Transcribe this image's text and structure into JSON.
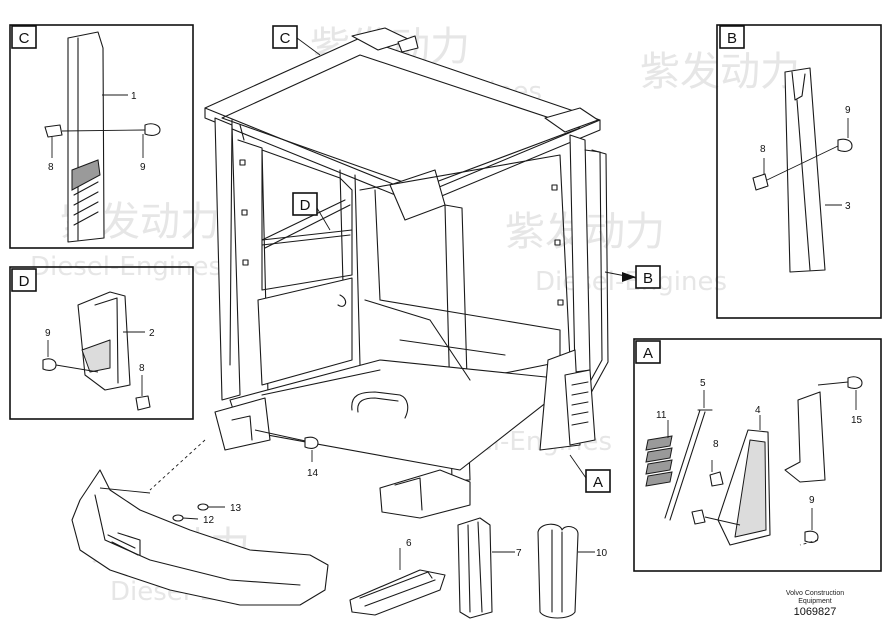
{
  "watermark": {
    "brand_cn": "紫发动力",
    "brand_en": "Diesel-Engines"
  },
  "panels": {
    "C": "C",
    "B": "B",
    "D": "D",
    "A": "A"
  },
  "callouts": {
    "C": "C",
    "D": "D",
    "B": "B",
    "A": "A"
  },
  "part_numbers": {
    "p1": "1",
    "p2": "2",
    "p3": "3",
    "p4": "4",
    "p5": "5",
    "p6": "6",
    "p7": "7",
    "p8_c": "8",
    "p8_b": "8",
    "p8_d": "8",
    "p8_a": "8",
    "p9_c": "9",
    "p9_b": "9",
    "p9_d": "9",
    "p9_a": "9",
    "p10": "10",
    "p11": "11",
    "p12": "12",
    "p13": "13",
    "p14": "14",
    "p15": "15"
  },
  "footer": {
    "company_line1": "Volvo Construction",
    "company_line2": "Equipment",
    "drawing_number": "1069827"
  }
}
